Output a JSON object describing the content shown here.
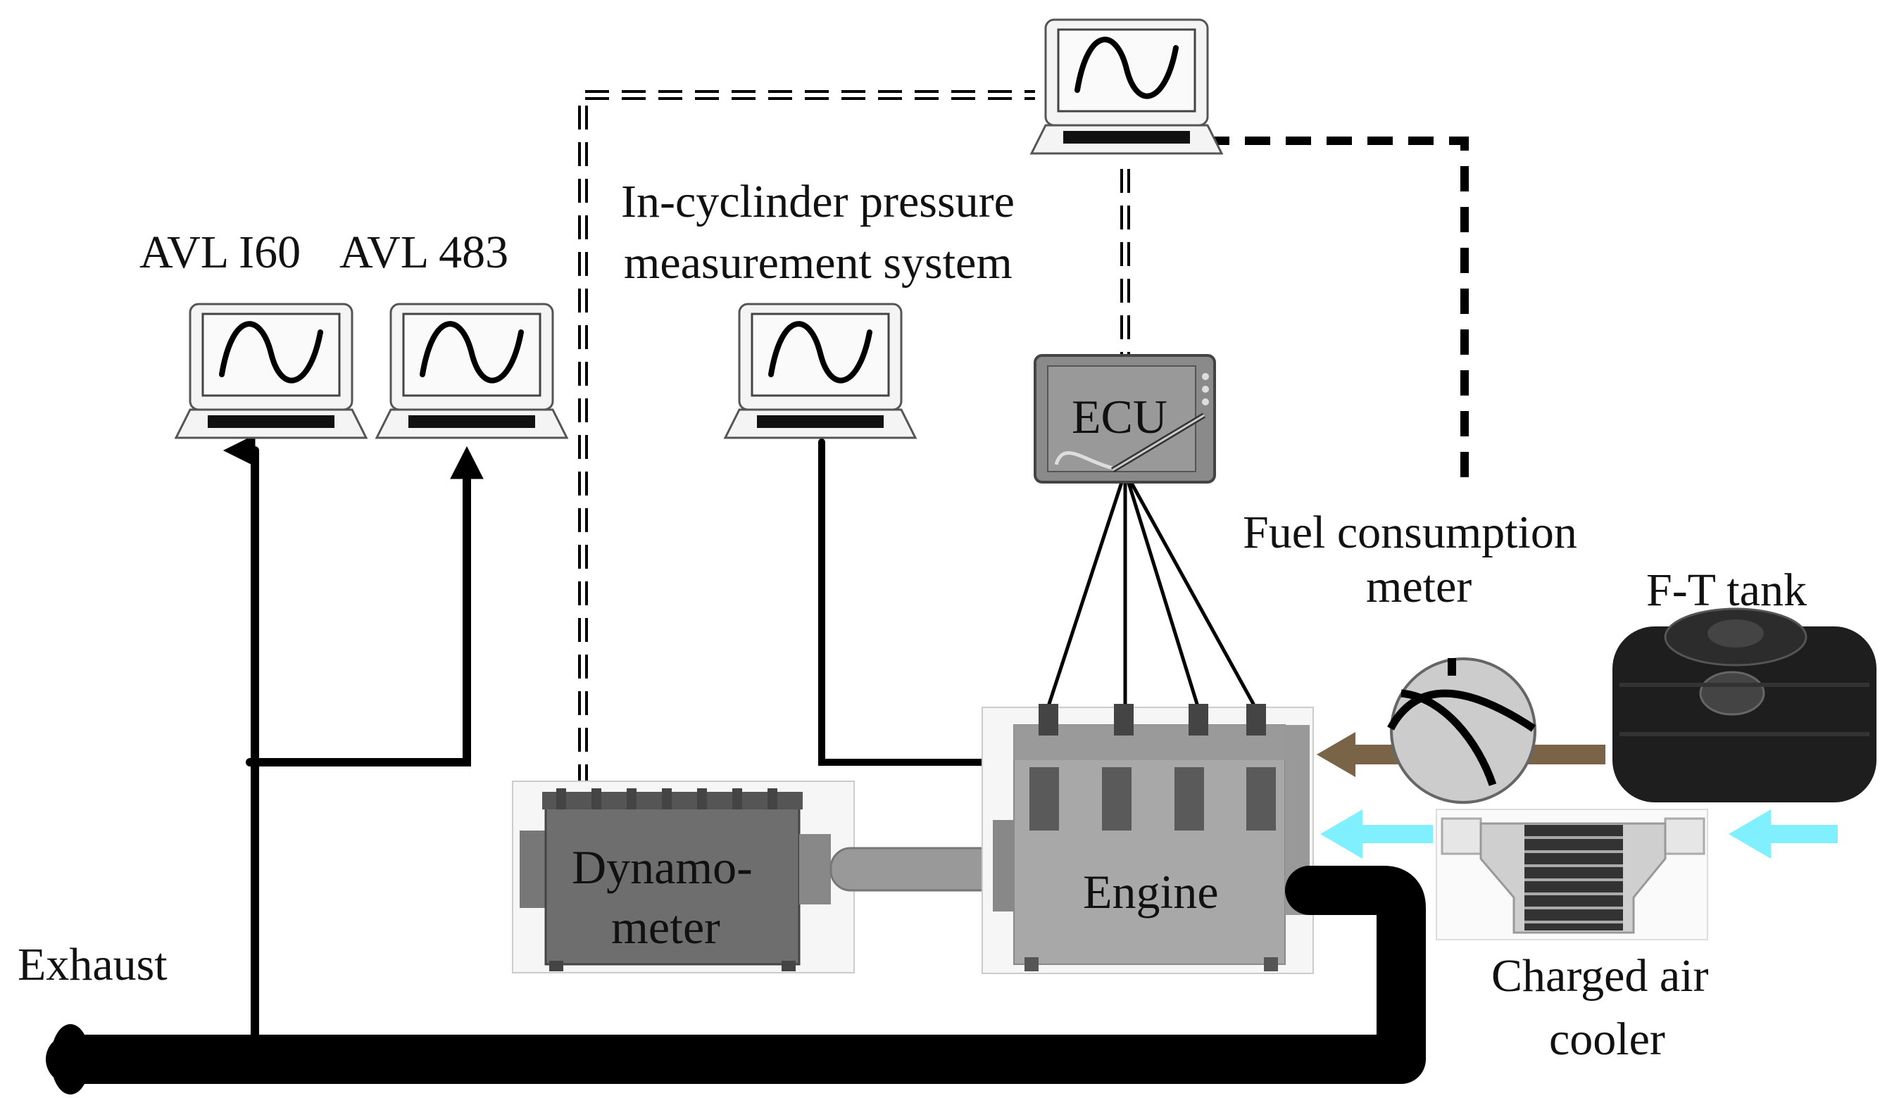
{
  "labels": {
    "avl_i60": "AVL I60",
    "avl_483": "AVL 483",
    "in_cyl_line1": "In-cyclinder pressure",
    "in_cyl_line2": "measurement system",
    "ecu": "ECU",
    "fuel_meter_line1": "Fuel consumption",
    "fuel_meter_line2": "meter",
    "ft_tank": "F-T tank",
    "dyno_line1": "Dynamo-",
    "dyno_line2": "meter",
    "engine": "Engine",
    "exhaust": "Exhaust",
    "cac_line1": "Charged air",
    "cac_line2": "cooler"
  },
  "colors": {
    "line": "#000000",
    "fuel_arrow": "#7a6448",
    "air_arrow": "#80f0ff",
    "engine_body": "#a8a8a8",
    "dyno_body": "#6e6e6e",
    "tank": "#1e1e1e"
  },
  "icons": [
    "laptop-icon",
    "tablet-icon",
    "flow-meter-icon",
    "fuel-tank-icon",
    "intercooler-icon",
    "engine-icon",
    "dynamometer-icon"
  ]
}
